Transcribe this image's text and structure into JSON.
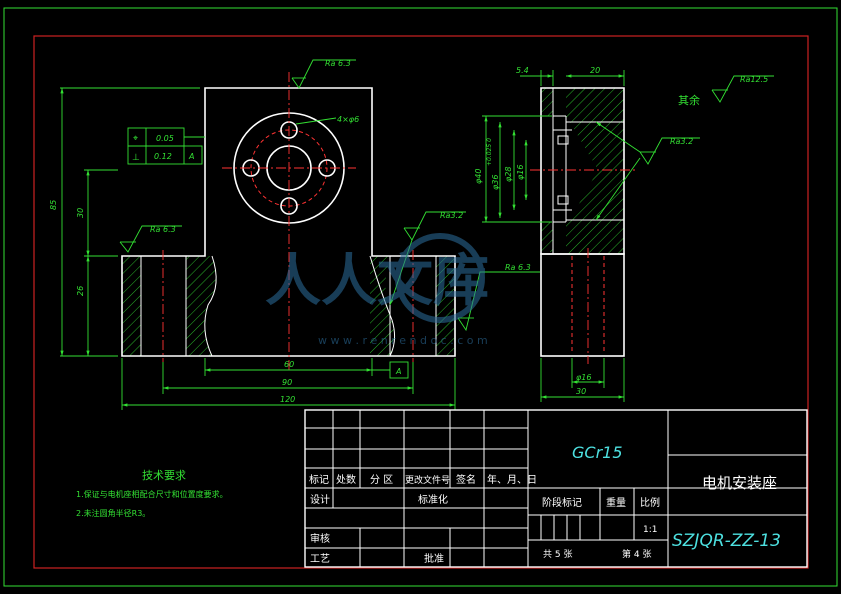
{
  "views": {
    "front": {
      "roughness_top": "Ra 6.3",
      "roughness_left": "Ra 6.3",
      "roughness_right": "Ra3.2",
      "roughness_bottom_right": "Ra 6.3",
      "hole_note": "4×φ6",
      "tolerance_flatness": "0.05",
      "tolerance_perp": "0.12",
      "datum_ref": "A",
      "dim_height_85": "85",
      "dim_height_30": "30",
      "dim_height_26": "26",
      "dim_60": "60",
      "dim_90": "90",
      "dim_120": "120",
      "datum_box": "A"
    },
    "side": {
      "dim_5_4": "5.4",
      "dim_20": "20",
      "dim_phi40": "φ40",
      "dim_phi36": "φ36",
      "dim_tol": "+0.025 0",
      "dim_phi28": "φ28",
      "dim_phi16_top": "φ16",
      "dim_phi16": "φ16",
      "dim_30": "30",
      "roughness_rest": "Ra12.5",
      "rest_label": "其余",
      "roughness_mid": "Ra3.2"
    }
  },
  "watermark": {
    "text": "人人文库",
    "url": "w w w . r e n r e n d o c . c o m"
  },
  "requirements": {
    "title": "技术要求",
    "items": [
      "1.保证与电机座相配合尺寸和位置度要求。",
      "2.未注圆角半径R3。"
    ]
  },
  "title_block": {
    "material": "GCr15",
    "part_name": "电机安装座",
    "drawing_no": "SZJQR-ZZ-13",
    "headers": [
      "标记",
      "处数",
      "分 区",
      "更改文件号",
      "签名",
      "年、月、日"
    ],
    "design": "设计",
    "standardize": "标准化",
    "review": "审核",
    "process": "工艺",
    "approve": "批准",
    "stage_mark": "阶段标记",
    "weight": "重量",
    "scale": "比例",
    "scale_value": "1:1",
    "total_sheets": "共 5 张",
    "sheet_no": "第 4 张"
  }
}
